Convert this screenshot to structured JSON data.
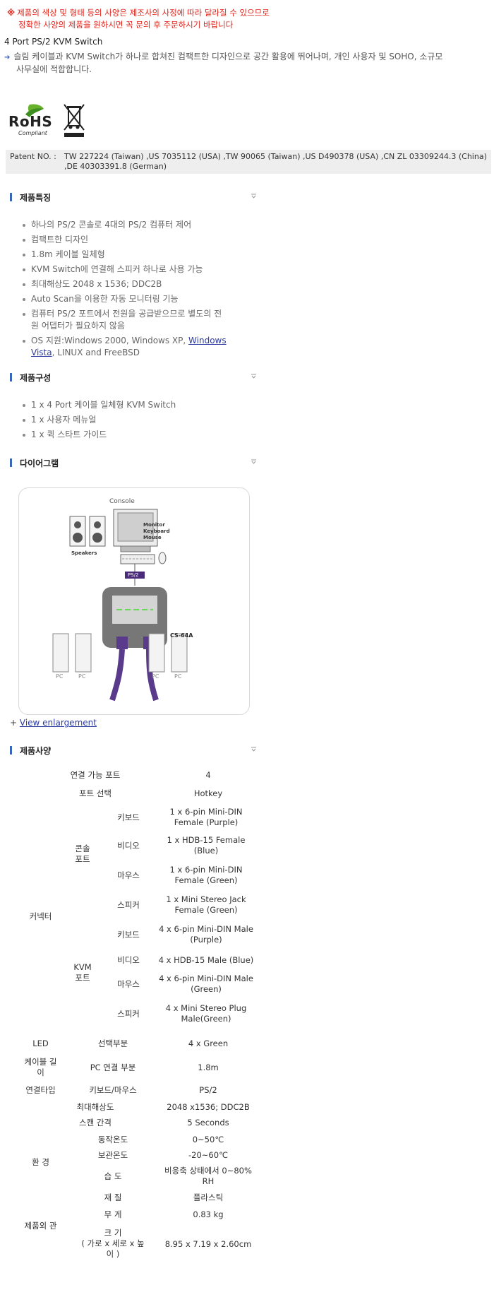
{
  "notice": {
    "mark": "※",
    "line1": "제품의 색상 및 형태 등의 사양은 제조사의 사정에 따라 달라질 수 있으므로",
    "line2": "정확한 사양의 제품을 원하시면 꼭 문의 후 주문하시기 바랍니다"
  },
  "product": {
    "title": "4 Port PS/2 KVM Switch",
    "desc_line1": "슬림 케이블과 KVM Switch가 하나로 합쳐진 컴팩트한 디자인으로 공간 활용에 뛰어나며, 개인 사용자 및 SOHO, 소규모",
    "desc_line2": "사무실에 적합합니다."
  },
  "logos": {
    "rohs": "RoHS",
    "rohs_sub": "Compliant"
  },
  "patent": {
    "label": "Patent NO. :",
    "value": "TW 227224 (Taiwan) ,US 7035112 (USA) ,TW 90065 (Taiwan) ,US D490378 (USA) ,CN ZL 03309244.3 (China) ,DE 40303391.8 (German)"
  },
  "sections": {
    "features": "제품특징",
    "contents": "제품구성",
    "diagram": "다이어그램",
    "spec": "제품사양"
  },
  "features": [
    "하나의 PS/2 콘솔로 4대의 PS/2 컴퓨터 제어",
    "컴팩트한 디자인",
    "1.8m 케이블 일체형",
    "KVM Switch에 연결해 스피커 하나로 사용 가능",
    "최대해상도 2048 x 1536; DDC2B",
    "Auto Scan을 이용한 자동 모니터링 기능"
  ],
  "feature_power": {
    "line1": "컴퓨터 PS/2 포트에서 전원을 공급받으므로 별도의 전",
    "line2": "원 어댑터가 필요하지 않음"
  },
  "feature_os": {
    "prefix": "OS 지원:Windows 2000, Windows XP, ",
    "link1": "Windows",
    "link2": "Vista",
    "suffix": ", LINUX and FreeBSD"
  },
  "contents": [
    "1 x 4 Port 케이블 일체형 KVM Switch",
    "1 x 사용자 메뉴얼",
    "1 x 퀵 스타트 가이드"
  ],
  "diagram": {
    "console": "Console",
    "monitor": "Monitor",
    "keyboard": "Keyboard",
    "mouse": "Mouse",
    "speakers": "Speakers",
    "ps2": "PS/2",
    "model": "CS-64A",
    "pc": "PC"
  },
  "enlarge": {
    "prefix": "+ ",
    "link": "View enlargement"
  },
  "spec": {
    "ports_k": "연결 가능 포트",
    "ports_v": "4",
    "sel_k": "포트 선택",
    "sel_v": "Hotkey",
    "connector": "커넥터",
    "console_port": "콘솔\n포트",
    "kvm_port": "KVM\n포트",
    "keyboard": "키보드",
    "video": "비디오",
    "mouse": "마우스",
    "speaker": "스피커",
    "c_kb": "1 x 6-pin Mini-DIN\nFemale (Purple)",
    "c_vid": "1 x HDB-15 Female\n(Blue)",
    "c_ms": "1 x 6-pin Mini-DIN\nFemale (Green)",
    "c_sp": "1 x Mini Stereo Jack\nFemale (Green)",
    "k_kb": "4 x 6-pin Mini-DIN Male\n(Purple)",
    "k_vid": "4 x HDB-15 Male (Blue)",
    "k_ms": "4 x 6-pin Mini-DIN Male\n(Green)",
    "k_sp": "4 x Mini Stereo Plug\nMale(Green)",
    "led": "LED",
    "led_sel": "선택부분",
    "led_v": "4 x Green",
    "cable": "케이블 길\n이",
    "cable_pc": "PC 연결 부분",
    "cable_v": "1.8m",
    "conn_type": "연결타입",
    "conn_kbms": "키보드/마우스",
    "conn_v": "PS/2",
    "res_k": "최대해상도",
    "res_v": "2048 x1536; DDC2B",
    "scan_k": "스캔 간격",
    "scan_v": "5 Seconds",
    "env": "환 경",
    "op_k": "동작온도",
    "op_v": "0~50℃",
    "st_k": "보관온도",
    "st_v": "-20~60℃",
    "hum_k": "습 도",
    "hum_v": "비응축 상태에서 0~80%\nRH",
    "ext": "제품외 관",
    "mat_k": "재 질",
    "mat_v": "플라스틱",
    "wt_k": "무 게",
    "wt_v": "0.83 kg",
    "size_k": "크 기\n( 가로 x 세로 x 높\n이 )",
    "size_v": "8.95 x 7.19 x 2.60cm"
  }
}
